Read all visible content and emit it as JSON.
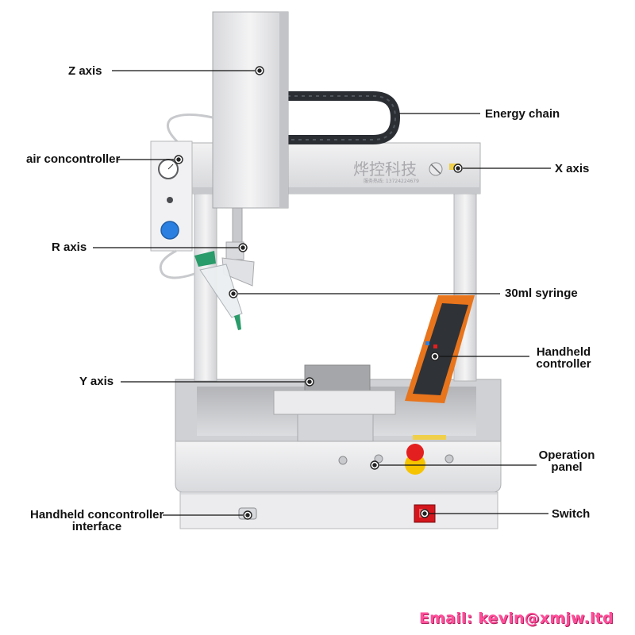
{
  "labels": {
    "z_axis": "Z axis",
    "energy_chain": "Energy chain",
    "air_controller": "air concontroller",
    "x_axis": "X axis",
    "r_axis": "R axis",
    "syringe": "30ml syringe",
    "handheld_controller_1": "Handheld",
    "handheld_controller_2": "controller",
    "y_axis": "Y axis",
    "operation_panel_1": "Operation",
    "operation_panel_2": "panel",
    "handheld_interface_1": "Handheld concontroller",
    "handheld_interface_2": "interface",
    "switch": "Switch"
  },
  "machine_text": {
    "brand_chinese": "烨控科技",
    "service_line": "服务热线: 13724224679"
  },
  "email": "Email: kevin@xmjw.ltd",
  "colors": {
    "frame": "#e6e6e8",
    "frame_shadow": "#bfc0c3",
    "chain": "#2b2f34",
    "button_blue": "#2a7fe0",
    "estop_red": "#e41f1f",
    "estop_yellow": "#f6c400",
    "controller_orange": "#e8741c",
    "switch_red": "#d4161c",
    "email_pink": "#ff4f9a"
  }
}
